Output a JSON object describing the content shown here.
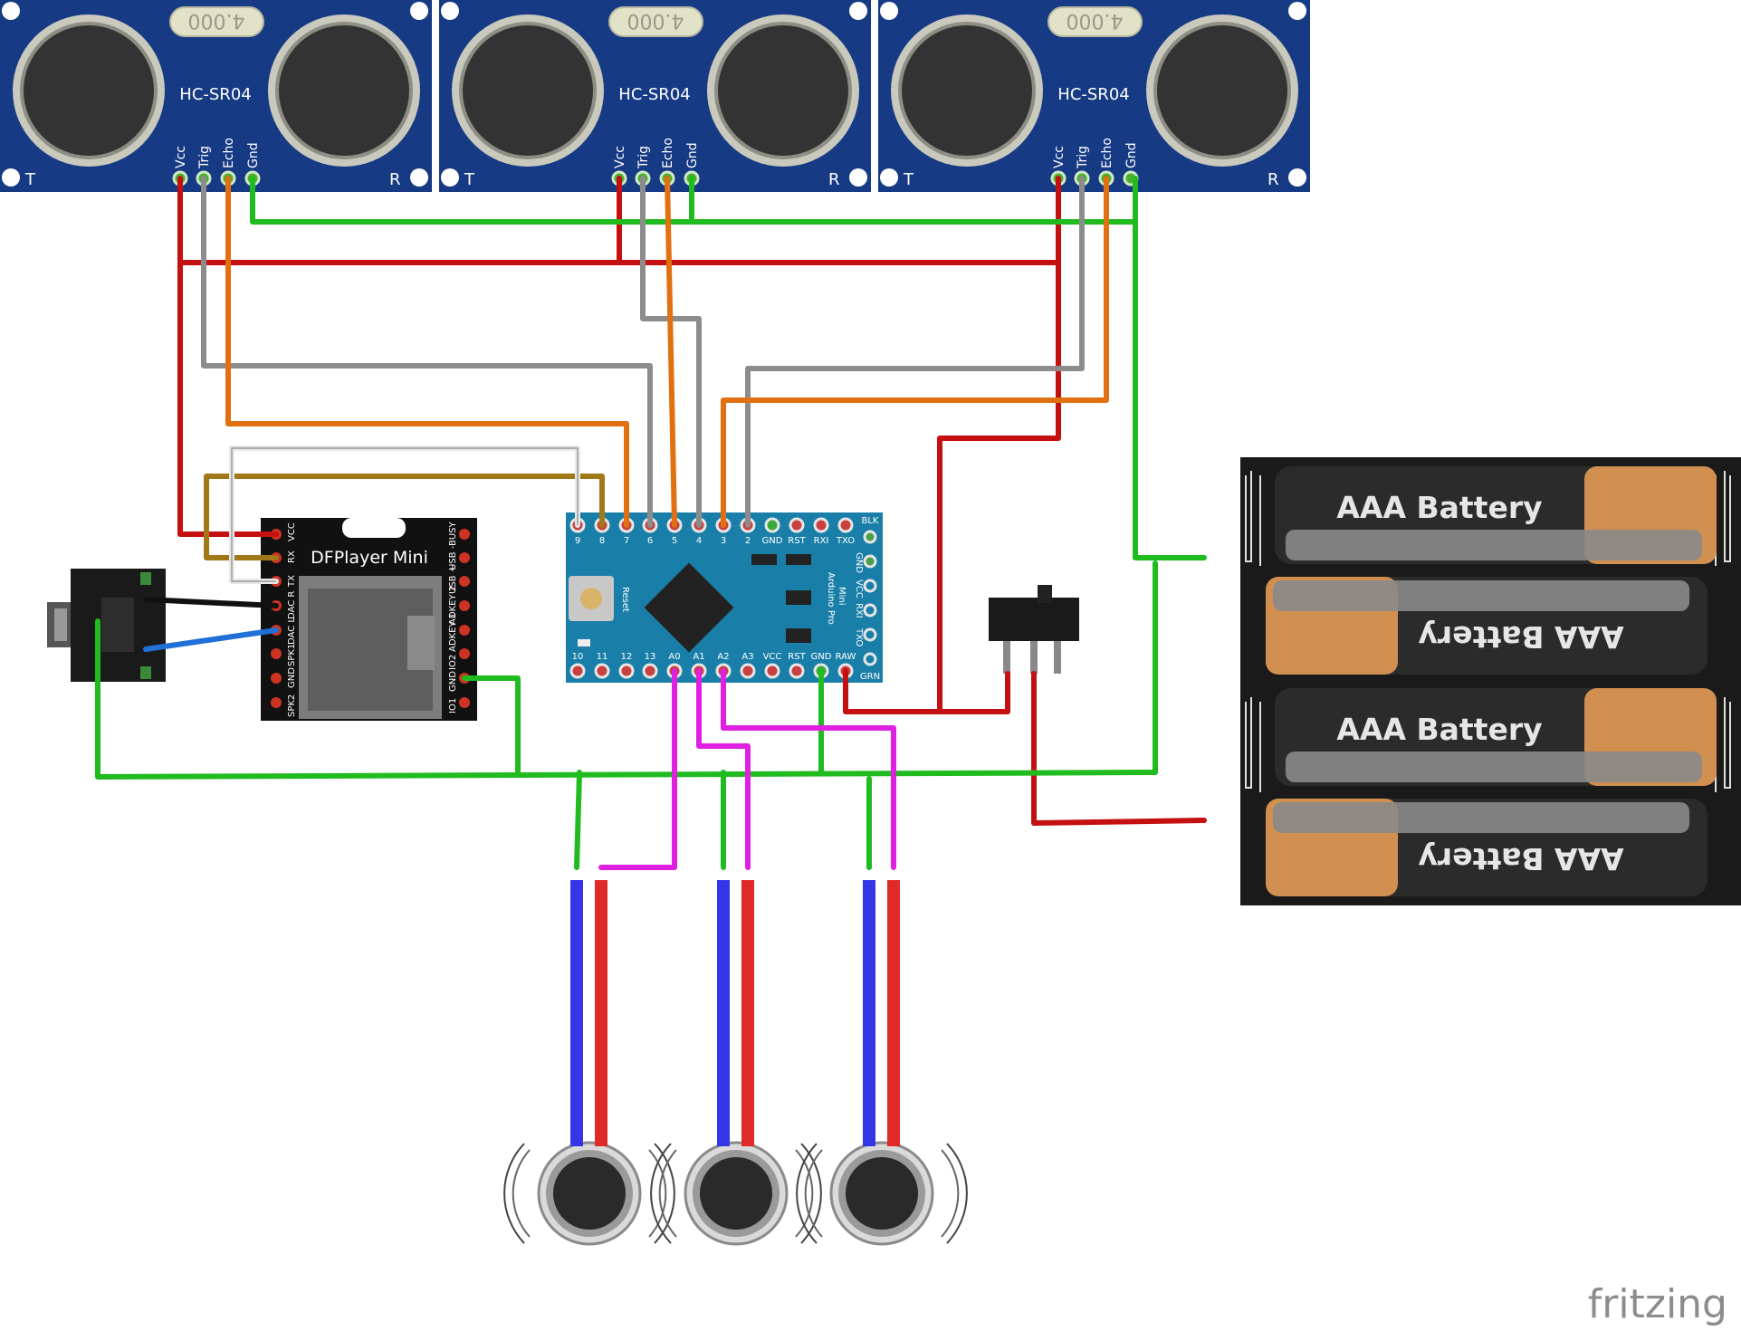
{
  "sensors": {
    "model_label": "HC-SR04",
    "crystal_label": "4.000",
    "transmitter_label": "T",
    "receiver_label": "R",
    "pins": [
      "Vcc",
      "Trig",
      "Echo",
      "Gnd"
    ]
  },
  "dfplayer": {
    "title": "DFPlayer Mini",
    "left_pins": [
      "VCC",
      "RX",
      "TX",
      "DAC R",
      "DAC L",
      "SPK1",
      "GND",
      "SPK2"
    ],
    "right_pins": [
      "BUSY",
      "USB -",
      "USB +",
      "ADKEY 2",
      "ADKEY 1",
      "IO2",
      "GND",
      "IO1"
    ]
  },
  "arduino": {
    "name_line1": "Arduino Pro",
    "name_line2": "Mini",
    "reset_label": "Reset",
    "top_pins": [
      "9",
      "8",
      "7",
      "6",
      "5",
      "4",
      "3",
      "2",
      "GND",
      "RST",
      "RXI",
      "TXO"
    ],
    "bottom_pins": [
      "10",
      "11",
      "12",
      "13",
      "A0",
      "A1",
      "A2",
      "A3",
      "VCC",
      "RST",
      "GND",
      "RAW"
    ],
    "side_pins": [
      "BLK",
      "GND",
      "VCC",
      "RXI",
      "TXO",
      "GRN"
    ]
  },
  "battery": {
    "cell_label": "AAA Battery"
  },
  "watermark": "fritzing",
  "colors": {
    "sensor_board": "#163a84",
    "wire_red": "#c41010",
    "wire_green": "#1fbb1f",
    "wire_gray": "#8c8c8c",
    "wire_orange": "#e07010",
    "wire_magenta": "#e020e0",
    "wire_brown": "#a07818",
    "wire_blue": "#2070d8",
    "arduino_board": "#1a7fa8"
  }
}
